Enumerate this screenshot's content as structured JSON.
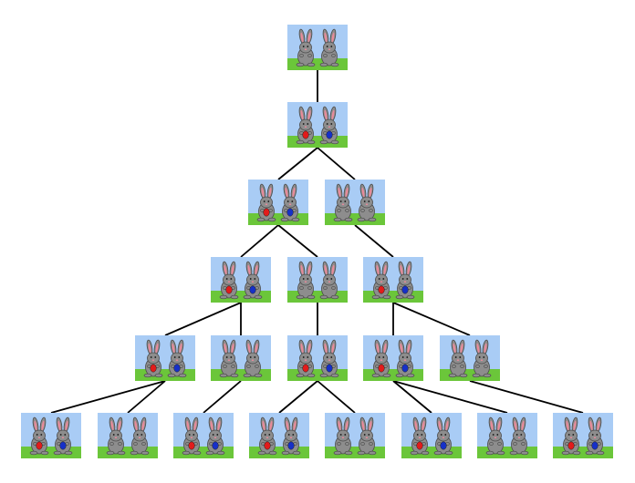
{
  "diagram": {
    "colors": {
      "sky": "#a9ccf5",
      "grass": "#6bc63a",
      "rabbit_body": "#8d8d8d",
      "rabbit_outline": "#4a4a4a",
      "ear_inner": "#e88a9a",
      "egg_red": "#e21b1b",
      "egg_blue": "#1630c8",
      "edge": "#000000"
    },
    "generations": [
      [
        "plain"
      ],
      [
        "eggs"
      ],
      [
        "eggs",
        "plain"
      ],
      [
        "eggs",
        "plain",
        "eggs"
      ],
      [
        "eggs",
        "plain",
        "eggs",
        "eggs",
        "plain"
      ],
      [
        "eggs",
        "plain",
        "eggs",
        "eggs",
        "plain",
        "eggs",
        "plain",
        "eggs"
      ]
    ],
    "links": [
      [
        [
          0,
          0
        ],
        [
          1,
          0
        ]
      ],
      [
        [
          1,
          0
        ],
        [
          2,
          0
        ]
      ],
      [
        [
          1,
          0
        ],
        [
          2,
          1
        ]
      ],
      [
        [
          2,
          0
        ],
        [
          3,
          0
        ]
      ],
      [
        [
          2,
          0
        ],
        [
          3,
          1
        ]
      ],
      [
        [
          2,
          1
        ],
        [
          3,
          2
        ]
      ],
      [
        [
          3,
          0
        ],
        [
          4,
          0
        ]
      ],
      [
        [
          3,
          0
        ],
        [
          4,
          1
        ]
      ],
      [
        [
          3,
          1
        ],
        [
          4,
          2
        ]
      ],
      [
        [
          3,
          2
        ],
        [
          4,
          3
        ]
      ],
      [
        [
          3,
          2
        ],
        [
          4,
          4
        ]
      ],
      [
        [
          4,
          0
        ],
        [
          5,
          0
        ]
      ],
      [
        [
          4,
          0
        ],
        [
          5,
          1
        ]
      ],
      [
        [
          4,
          1
        ],
        [
          5,
          2
        ]
      ],
      [
        [
          4,
          2
        ],
        [
          5,
          3
        ]
      ],
      [
        [
          4,
          2
        ],
        [
          5,
          4
        ]
      ],
      [
        [
          4,
          3
        ],
        [
          5,
          5
        ]
      ],
      [
        [
          4,
          3
        ],
        [
          5,
          6
        ]
      ],
      [
        [
          4,
          4
        ],
        [
          5,
          7
        ]
      ]
    ]
  }
}
